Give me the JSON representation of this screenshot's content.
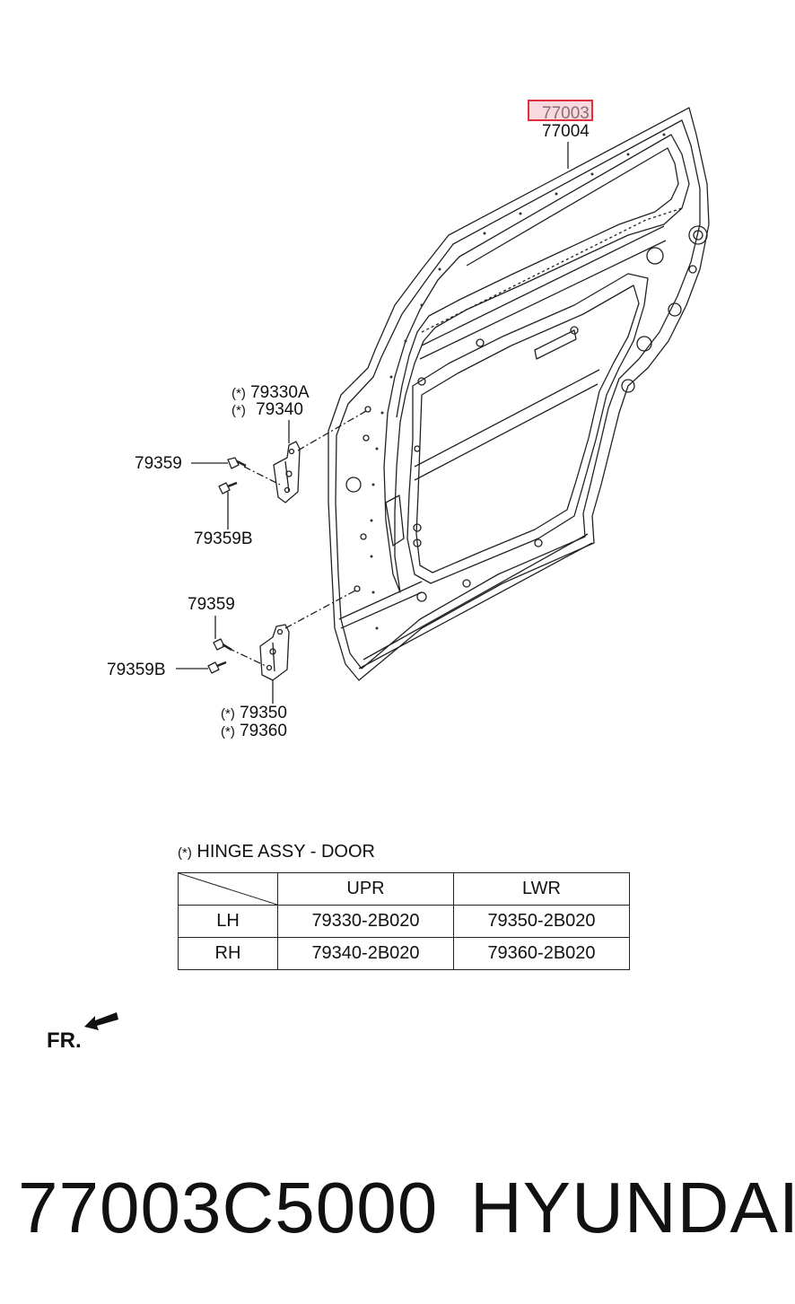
{
  "callouts": {
    "panel_highlight": "77003",
    "panel_alt": "77004",
    "upr_hinge_lh": "79330A",
    "upr_hinge_rh": "79340",
    "upr_bolt_a": "79359",
    "upr_bolt_b": "79359B",
    "lwr_bolt_a": "79359",
    "lwr_bolt_b": "79359B",
    "lwr_hinge_lh": "79350",
    "lwr_hinge_rh": "79360",
    "star_mark": "(*)"
  },
  "hinge_table": {
    "title": "HINGE ASSY - DOOR",
    "col_upr": "UPR",
    "col_lwr": "LWR",
    "rows": [
      {
        "side": "LH",
        "upr": "79330-2B020",
        "lwr": "79350-2B020"
      },
      {
        "side": "RH",
        "upr": "79340-2B020",
        "lwr": "79360-2B020"
      }
    ]
  },
  "front_indicator": "FR.",
  "footer": {
    "part_number": "77003C5000",
    "brand": "HYUNDAI"
  },
  "colors": {
    "highlight_fill": "#f8d9df",
    "highlight_border": "#e0303f"
  }
}
